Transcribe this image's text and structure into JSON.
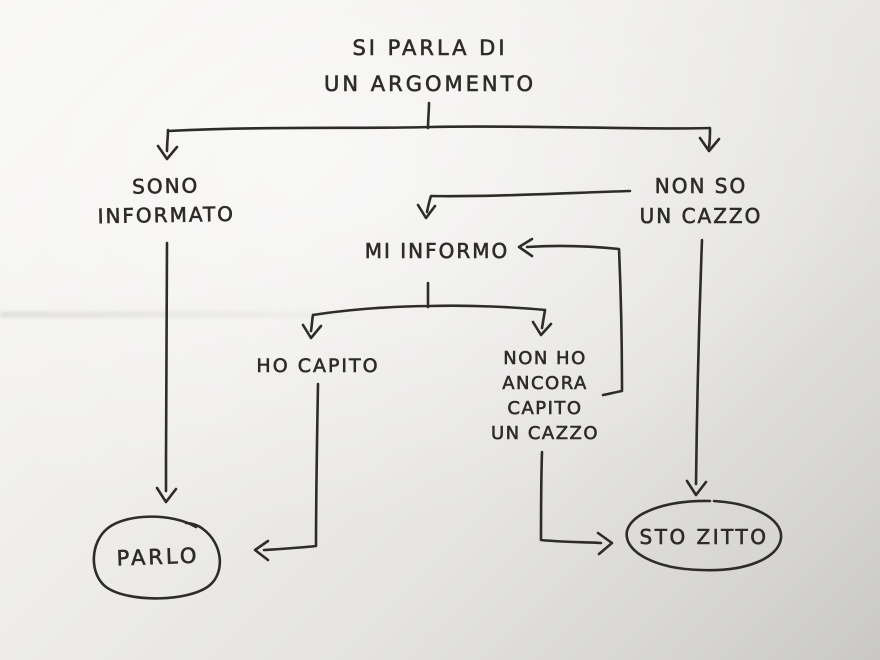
{
  "diagram": {
    "description": "hand-drawn flowchart on paper",
    "colors": {
      "ink": "#2e2c29",
      "paper_light": "#f8f7f5",
      "paper_dark": "#c9c8c6"
    },
    "title": {
      "line1": "SI PARLA DI",
      "line2": "UN ARGOMENTO"
    },
    "nodes": {
      "sono_informato": {
        "line1": "SONO",
        "line2": "INFORMATO"
      },
      "non_so_un_cazzo": {
        "line1": "NON SO",
        "line2": "UN CAZZO"
      },
      "mi_informo": {
        "label": "MI INFORMO"
      },
      "ho_capito": {
        "label": "HO CAPITO"
      },
      "non_ho_ancora_capito": {
        "line1": "NON HO",
        "line2": "ANCORA",
        "line3": "CAPITO",
        "line4": "UN CAZZO"
      },
      "parlo": {
        "label": "PARLO"
      },
      "sto_zitto": {
        "label": "STO ZITTO"
      }
    }
  }
}
